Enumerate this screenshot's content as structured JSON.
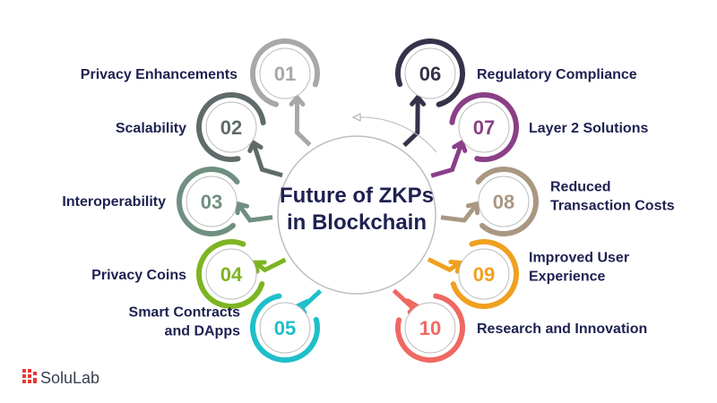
{
  "title_lines": [
    "Future of ZKPs",
    "in Blockchain"
  ],
  "items": [
    {
      "num": "01",
      "label": [
        "Privacy Enhancements"
      ],
      "color": "#a8a8a8"
    },
    {
      "num": "02",
      "label": [
        "Scalability"
      ],
      "color": "#5f6b6b"
    },
    {
      "num": "03",
      "label": [
        "Interoperability"
      ],
      "color": "#6f8f80"
    },
    {
      "num": "04",
      "label": [
        "Privacy Coins"
      ],
      "color": "#7db522"
    },
    {
      "num": "05",
      "label": [
        "Smart Contracts",
        "and DApps"
      ],
      "color": "#1fbfc9"
    },
    {
      "num": "06",
      "label": [
        "Regulatory Compliance"
      ],
      "color": "#34334a"
    },
    {
      "num": "07",
      "label": [
        "Layer 2 Solutions"
      ],
      "color": "#8a3f87"
    },
    {
      "num": "08",
      "label": [
        "Reduced",
        "Transaction Costs"
      ],
      "color": "#a99783"
    },
    {
      "num": "09",
      "label": [
        "Improved User",
        "Experience"
      ],
      "color": "#f0a020"
    },
    {
      "num": "10",
      "label": [
        "Research and Innovation"
      ],
      "color": "#f06862"
    }
  ],
  "brand": {
    "name": "SoluLab",
    "color": "#e53935"
  },
  "text_color": "#1e2150"
}
